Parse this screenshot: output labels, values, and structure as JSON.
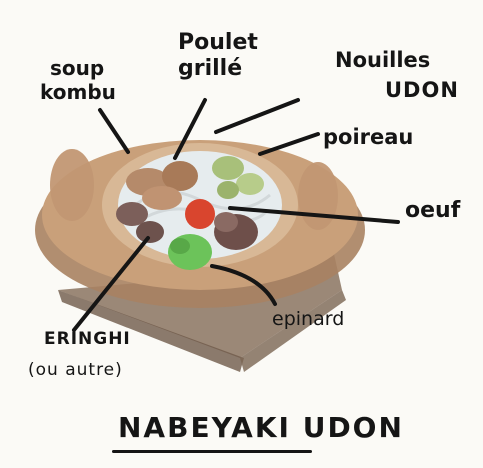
{
  "labels": {
    "soup_line1": "soup",
    "soup_line2": "kombu",
    "chicken_line1": "Poulet",
    "chicken_line2": "grillé",
    "noodles_line1": "Nouilles",
    "noodles_line2": "UDON",
    "leek": "poireau",
    "egg": "oeuf",
    "spinach": "epinard",
    "mushroom_line1": "ERINGHI",
    "mushroom_line2": "(ou autre)"
  },
  "title": "NABEYAKI UDON",
  "colors": {
    "pot": "#c9a07a",
    "pot_shadow": "#a88262",
    "board": "#8a7360",
    "broth": "#e6ecee",
    "chicken": "#b58a6a",
    "mushroom": "#7c5f5a",
    "egg_yolk": "#d9452e",
    "leek": "#a8c07a",
    "spinach": "#6cc35a",
    "ink": "#151515"
  }
}
